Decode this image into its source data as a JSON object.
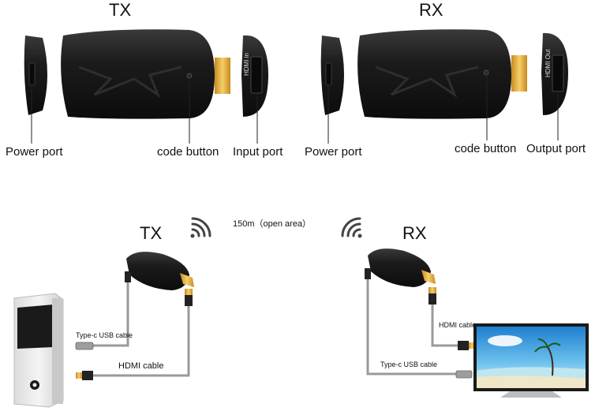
{
  "top": {
    "tx_title": "TX",
    "rx_title": "RX",
    "tx_labels": {
      "power_port": "Power port",
      "code_button": "code button",
      "input_port": "Input port",
      "hdmi_in": "HDMI in"
    },
    "rx_labels": {
      "power_port": "Power port",
      "code_button": "code button",
      "output_port": "Output port",
      "hdmi_out": "HDMI Out"
    }
  },
  "bottom": {
    "tx_title": "TX",
    "rx_title": "RX",
    "range": "150m（open area）",
    "tx_usb_cable": "Type-c USB cable",
    "tx_hdmi_cable": "HDMI cable",
    "rx_hdmi_cable": "HDMI cable",
    "rx_usb_cable": "Type-c USB cable"
  },
  "colors": {
    "device_body": "#1b1b1b",
    "hdmi_gold": "#e0a830",
    "cable": "#9a9a9a",
    "wifi": "#444444",
    "tv_sky": "#3aa0e0"
  }
}
